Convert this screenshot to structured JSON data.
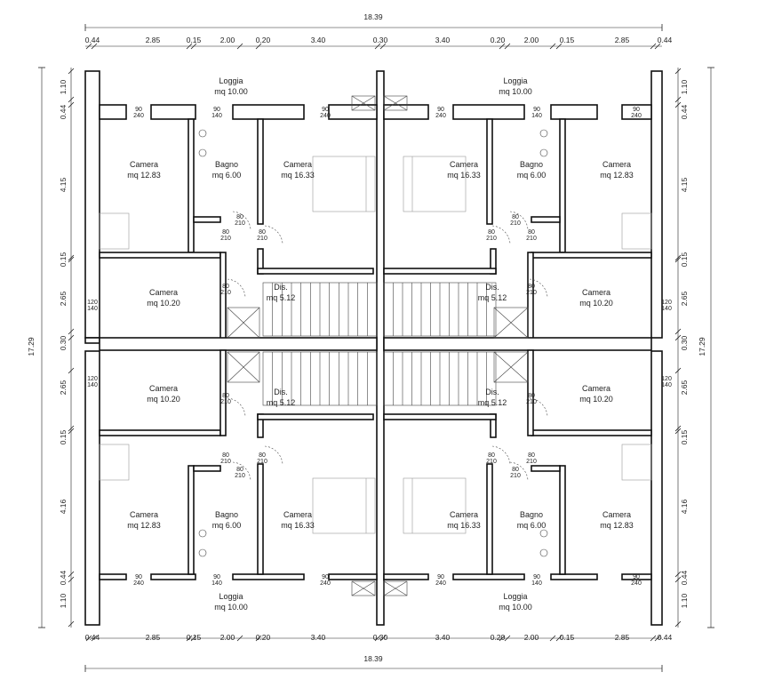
{
  "overall_width": "18.39",
  "overall_depth": "17.29",
  "horizontal_dims": [
    "0.44",
    "2.85",
    "0.15",
    "2.00",
    "0.20",
    "3.40",
    "0.30",
    "3.40",
    "0.20",
    "2.00",
    "0.15",
    "2.85",
    "0.44"
  ],
  "vertical_dims": [
    "1.10",
    "0.44",
    "4.15",
    "0.15",
    "2.65",
    "0.30",
    "2.65",
    "0.15",
    "4.16",
    "0.44",
    "1.10"
  ],
  "rooms": {
    "loggia_name": "Loggia",
    "loggia_area": "mq 10.00",
    "camera_name": "Camera",
    "bagno_name": "Bagno",
    "dis_name": "Dis.",
    "camera_large_area": "mq 12.83",
    "camera_master_area": "mq 16.33",
    "camera_small_area": "mq 10.20",
    "bagno_area": "mq 6.00",
    "dis_area": "mq 5.12"
  },
  "openings": {
    "window_w": "90",
    "window_h": "240",
    "window_bath_h": "140",
    "side_window_w": "120",
    "side_window_h": "140",
    "door_w": "80",
    "door_h": "210"
  }
}
